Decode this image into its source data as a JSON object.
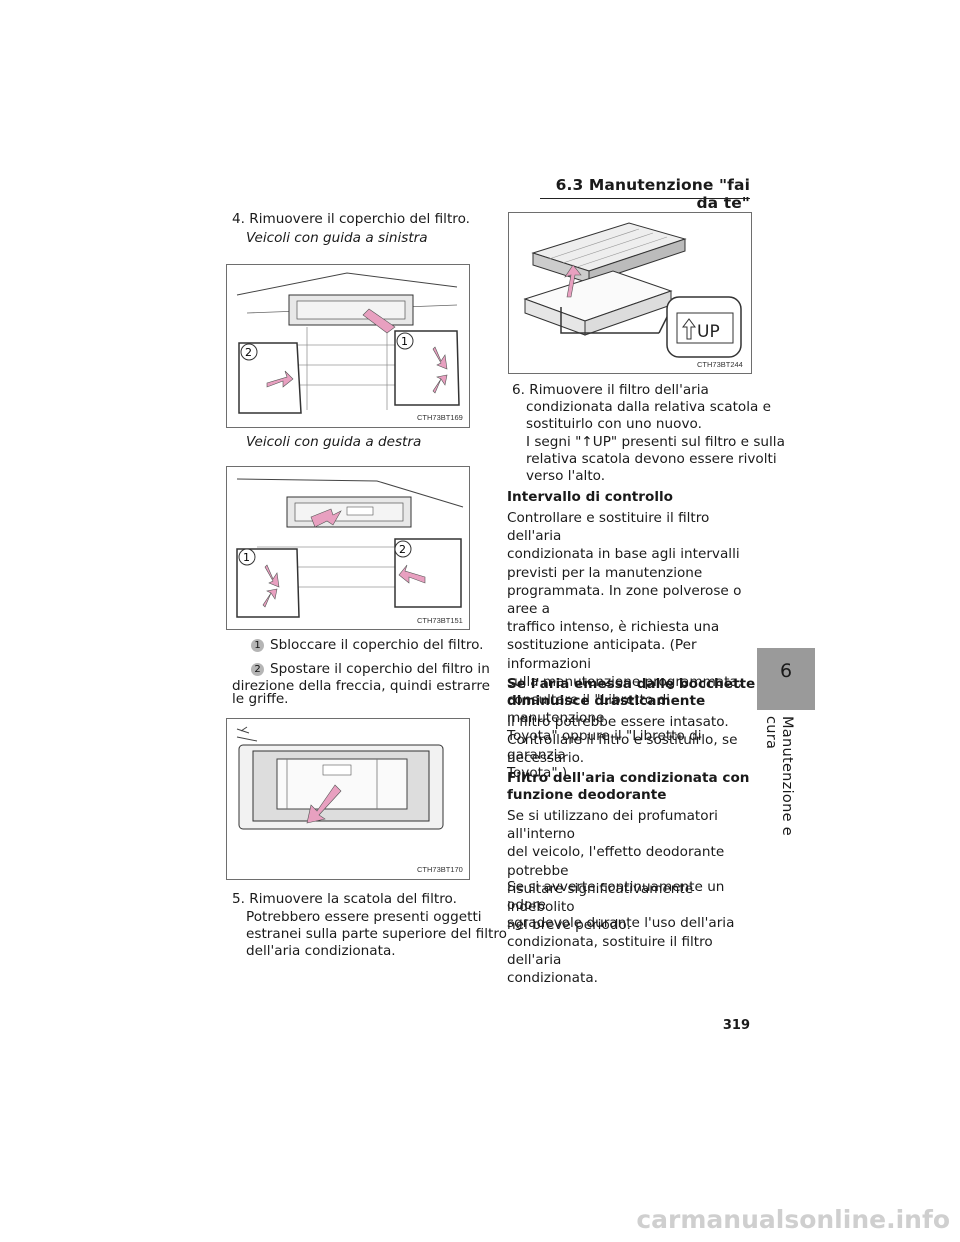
{
  "header": {
    "section_title": "6.3 Manutenzione \"fai da te\""
  },
  "side_tab": {
    "number": "6",
    "label": "Manutenzione e cura"
  },
  "left": {
    "step4": "4. Rimuovere il coperchio del filtro.",
    "lhd_caption": "Veicoli con guida a sinistra",
    "fig1_code": "CTH73BT169",
    "rhd_caption": "Veicoli con guida a destra",
    "fig2_code": "CTH73BT151",
    "sub1_num": "1",
    "sub1_text": "Sbloccare il coperchio del filtro.",
    "sub2_num": "2",
    "sub2_text_a": "Spostare il coperchio del filtro in",
    "sub2_text_b": "direzione della freccia, quindi estrarre",
    "sub2_text_c": "le griffe.",
    "fig3_code": "CTH73BT170",
    "step5": "5. Rimuovere la scatola del filtro.",
    "step5_p1": "Potrebbero essere presenti oggetti",
    "step5_p2": "estranei sulla parte superiore del filtro",
    "step5_p3": "dell'aria condizionata."
  },
  "right": {
    "fig4_code": "CTH73BT244",
    "fig4_label": "UP",
    "step6_a": "6. Rimuovere il filtro dell'aria",
    "step6_b": "condizionata dalla relativa scatola e",
    "step6_c": "sostituirlo con uno nuovo.",
    "step6_d": "I segni \"↑UP\" presenti sul filtro e sulla",
    "step6_e": "relativa scatola devono essere rivolti",
    "step6_f": "verso l'alto.",
    "h1": "Intervallo di controllo",
    "p1": [
      "Controllare e sostituire il filtro dell'aria",
      "condizionata in base agli intervalli",
      "previsti per la manutenzione",
      "programmata. In zone polverose o aree a",
      "traffico intenso, è richiesta una",
      "sostituzione anticipata. (Per informazioni",
      "sulla manutenzione programmata,",
      "consultare il \"Libretto di manutenzione",
      "Toyota\" oppure il \"Libretto di garanzia",
      "Toyota\".)"
    ],
    "h2a": "Se l'aria emessa dalle bocchette",
    "h2b": "diminuisce drasticamente",
    "p2": [
      "Il filtro potrebbe essere intasato.",
      "Controllare il filtro e sostituirlo, se",
      "necessario."
    ],
    "h3a": "Filtro dell'aria condizionata con",
    "h3b": "funzione deodorante",
    "p3": [
      "Se si utilizzano dei profumatori all'interno",
      "del veicolo, l'effetto deodorante potrebbe",
      "risultare significativamente indebolito",
      "nel breve periodo."
    ],
    "p4": [
      "Se si avverte continuamente un odore",
      "sgradevole durante l'uso dell'aria",
      "condizionata, sostituire il filtro dell'aria",
      "condizionata."
    ]
  },
  "page_number": "319",
  "watermark": "carmanualsonline.info",
  "colors": {
    "arrow": "#e8a0c0",
    "tab": "#9a9a9a"
  }
}
